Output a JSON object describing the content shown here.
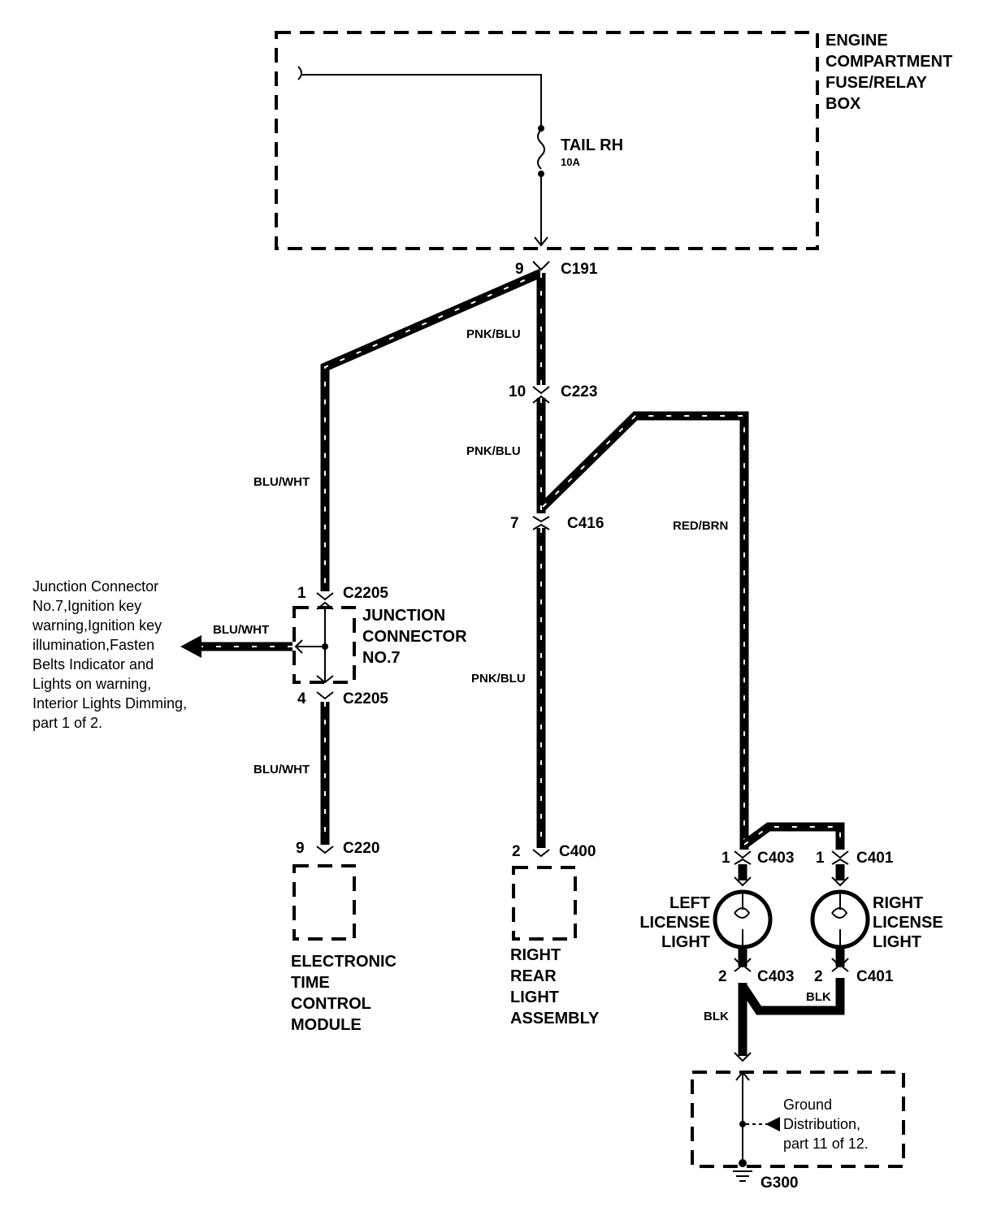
{
  "fuse_box": {
    "line1": "ENGINE",
    "line2": "COMPARTMENT",
    "line3": "FUSE/RELAY",
    "line4": "BOX"
  },
  "fuse": {
    "name": "TAIL RH",
    "rating": "10A"
  },
  "connectors": {
    "c191": {
      "pin": "9",
      "id": "C191"
    },
    "c223": {
      "pin": "10",
      "id": "C223"
    },
    "c416": {
      "pin": "7",
      "id": "C416"
    },
    "c2205a": {
      "pin": "1",
      "id": "C2205"
    },
    "c2205b": {
      "pin": "4",
      "id": "C2205"
    },
    "c220": {
      "pin": "9",
      "id": "C220"
    },
    "c400": {
      "pin": "2",
      "id": "C400"
    },
    "c403a": {
      "pin": "1",
      "id": "C403"
    },
    "c401a": {
      "pin": "1",
      "id": "C401"
    },
    "c403b": {
      "pin": "2",
      "id": "C403"
    },
    "c401b": {
      "pin": "2",
      "id": "C401"
    }
  },
  "wires": {
    "pnk_blu_1": "PNK/BLU",
    "pnk_blu_2": "PNK/BLU",
    "pnk_blu_3": "PNK/BLU",
    "blu_wht_1": "BLU/WHT",
    "blu_wht_2": "BLU/WHT",
    "blu_wht_3": "BLU/WHT",
    "red_brn": "RED/BRN",
    "blk_1": "BLK",
    "blk_2": "BLK"
  },
  "junction": {
    "line1": "JUNCTION",
    "line2": "CONNECTOR",
    "line3": "NO.7"
  },
  "junction_ref": {
    "line1": "Junction Connector",
    "line2": "No.7,Ignition key",
    "line3": "warning,Ignition key",
    "line4": "illumination,Fasten",
    "line5": "Belts Indicator and",
    "line6": "Lights on warning,",
    "line7": "Interior Lights Dimming,",
    "line8": "part 1 of 2."
  },
  "etcm": {
    "line1": "ELECTRONIC",
    "line2": "TIME",
    "line3": "CONTROL",
    "line4": "MODULE"
  },
  "rear_light": {
    "line1": "RIGHT",
    "line2": "REAR",
    "line3": "LIGHT",
    "line4": "ASSEMBLY"
  },
  "left_license": {
    "line1": "LEFT",
    "line2": "LICENSE",
    "line3": "LIGHT"
  },
  "right_license": {
    "line1": "RIGHT",
    "line2": "LICENSE",
    "line3": "LIGHT"
  },
  "ground_ref": {
    "line1": "Ground",
    "line2": "Distribution,",
    "line3": "part 11 of 12."
  },
  "ground": {
    "id": "G300"
  }
}
